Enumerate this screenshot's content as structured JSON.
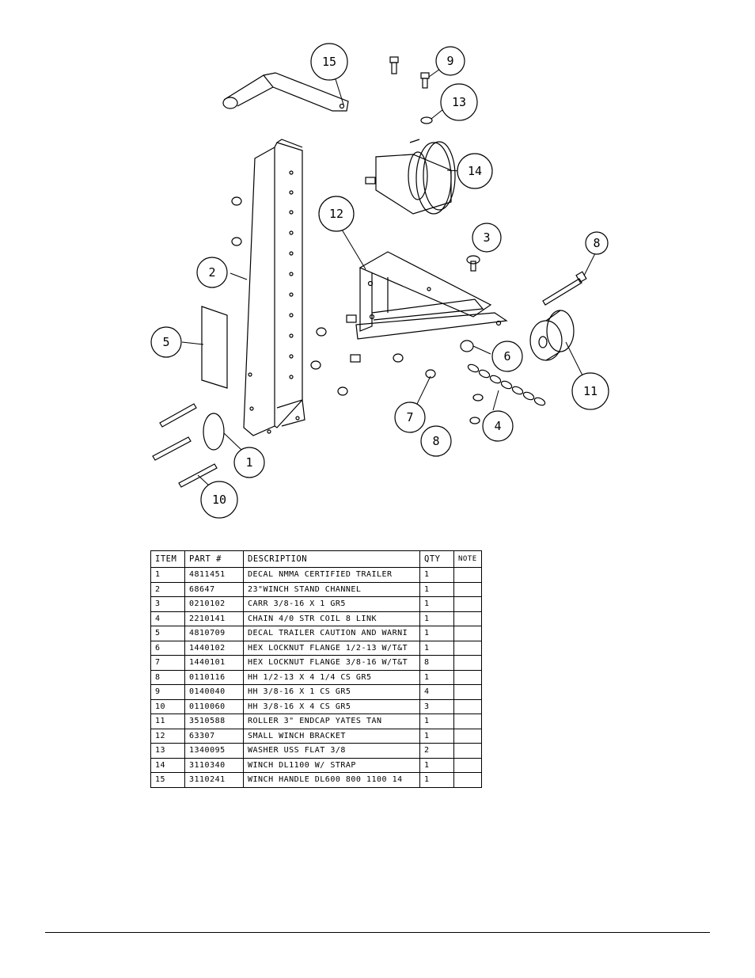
{
  "callouts": [
    {
      "id": "15"
    },
    {
      "id": "9"
    },
    {
      "id": "13"
    },
    {
      "id": "14"
    },
    {
      "id": "12"
    },
    {
      "id": "3"
    },
    {
      "id": "8",
      "role": "top"
    },
    {
      "id": "2"
    },
    {
      "id": "5"
    },
    {
      "id": "6"
    },
    {
      "id": "11"
    },
    {
      "id": "7"
    },
    {
      "id": "4"
    },
    {
      "id": "8",
      "role": "bottom"
    },
    {
      "id": "1"
    },
    {
      "id": "10"
    }
  ],
  "table": {
    "headers": {
      "item": "ITEM",
      "part": "PART #",
      "description": "DESCRIPTION",
      "qty": "QTY",
      "note": "NOTE"
    },
    "rows": [
      {
        "item": "1",
        "part": "4811451",
        "description": " DECAL NMMA CERTIFIED TRAILER",
        "qty": "1",
        "note": ""
      },
      {
        "item": "2",
        "part": "68647",
        "description": "23\"WINCH STAND CHANNEL",
        "qty": "1",
        "note": ""
      },
      {
        "item": "3",
        "part": "0210102",
        "description": "CARR 3/8-16 X 1 GR5",
        "qty": "1",
        "note": ""
      },
      {
        "item": "4",
        "part": "2210141",
        "description": "CHAIN 4/0 STR COIL 8 LINK",
        "qty": "1",
        "note": ""
      },
      {
        "item": "5",
        "part": "4810709",
        "description": "DECAL TRAILER CAUTION AND WARNI",
        "qty": "1",
        "note": ""
      },
      {
        "item": "6",
        "part": "1440102",
        "description": "HEX LOCKNUT FLANGE 1/2-13 W/T&T",
        "qty": "1",
        "note": ""
      },
      {
        "item": "7",
        "part": "1440101",
        "description": "HEX LOCKNUT FLANGE 3/8-16 W/T&T",
        "qty": "8",
        "note": ""
      },
      {
        "item": "8",
        "part": "0110116",
        "description": "HH 1/2-13 X 4 1/4 CS GR5",
        "qty": "1",
        "note": ""
      },
      {
        "item": "9",
        "part": "0140040",
        "description": "HH 3/8-16 X 1 CS GR5",
        "qty": "4",
        "note": ""
      },
      {
        "item": "10",
        "part": "0110060",
        "description": "HH 3/8-16 X 4 CS GR5",
        "qty": "3",
        "note": ""
      },
      {
        "item": "11",
        "part": "3510588",
        "description": "ROLLER 3\" ENDCAP YATES TAN",
        "qty": "1",
        "note": ""
      },
      {
        "item": "12",
        "part": "63307",
        "description": "SMALL WINCH BRACKET",
        "qty": "1",
        "note": ""
      },
      {
        "item": "13",
        "part": "1340095",
        "description": "WASHER USS FLAT 3/8",
        "qty": "2",
        "note": ""
      },
      {
        "item": "14",
        "part": "3110340",
        "description": "WINCH DL1100 W/ STRAP",
        "qty": "1",
        "note": ""
      },
      {
        "item": "15",
        "part": "3110241",
        "description": "WINCH HANDLE   DL600 800 1100 14",
        "qty": "1",
        "note": ""
      }
    ]
  }
}
